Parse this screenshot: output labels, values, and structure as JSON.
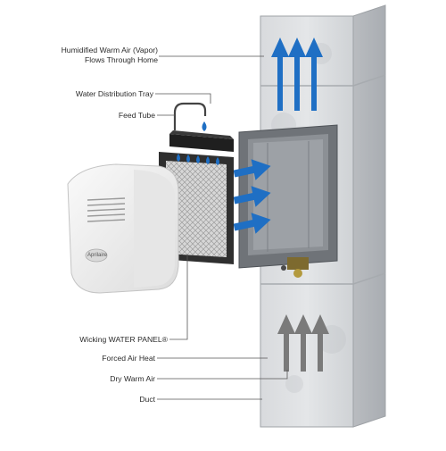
{
  "labels": {
    "humidified_line1": "Humidified Warm Air (Vapor)",
    "humidified_line2": "Flows Through Home",
    "water_distribution_tray": "Water Distribution Tray",
    "feed_tube": "Feed Tube",
    "wicking_water_panel": "Wicking WATER PANEL®",
    "forced_air_heat": "Forced Air Heat",
    "dry_warm_air": "Dry Warm Air",
    "duct": "Duct"
  },
  "brand_logo": "Aprilaire",
  "colors": {
    "vapor_arrows": "#1f6fc4",
    "dry_air_arrows": "#7a7a7a",
    "water_drops": "#1f6fc4",
    "duct": "#c9ccd0",
    "humidifier_body": "#f1f1f1"
  }
}
